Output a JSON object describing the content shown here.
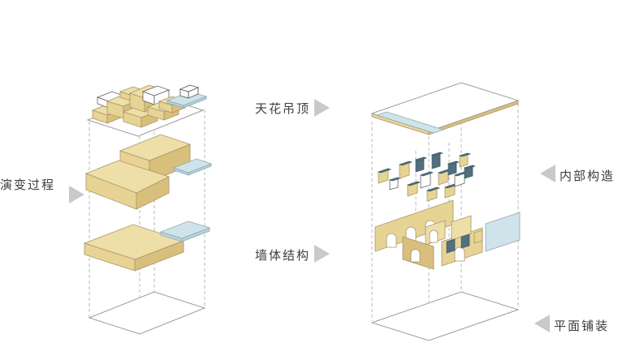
{
  "palette": {
    "text": "#3c3c3c",
    "arrow": "#c9c9c9",
    "outline": "#9b9b9b",
    "dash": "#b8b8b8",
    "tan_top": "#eedfa8",
    "tan_light": "#e7d494",
    "tan_dark": "#d9bf7c",
    "tan_edge": "#a8946a",
    "blue": "#cfe3ea",
    "blue_side": "#b7d2da",
    "blue_edge": "#8fa8b2",
    "slate": "#50707e",
    "slate_edge": "#3e5a66",
    "box_edge": "#5f5f5f"
  },
  "annotations": {
    "evolution": {
      "label": "演变过程",
      "arrow": "right"
    },
    "ceiling": {
      "label": "天花吊顶",
      "arrow": "right"
    },
    "walls": {
      "label": "墙体结构",
      "arrow": "right"
    },
    "interior": {
      "label": "内部构造",
      "arrow": "left"
    },
    "floor": {
      "label": "平面铺装",
      "arrow": "left"
    }
  },
  "diagram": {
    "left_stack_layers": [
      "massing-stage-top",
      "massing-stage-middle",
      "massing-stage-slab",
      "base-plan-outline"
    ],
    "right_stack_layers": [
      "ceiling-plate",
      "interior-fixtures",
      "wall-structure",
      "floor-plate"
    ]
  }
}
